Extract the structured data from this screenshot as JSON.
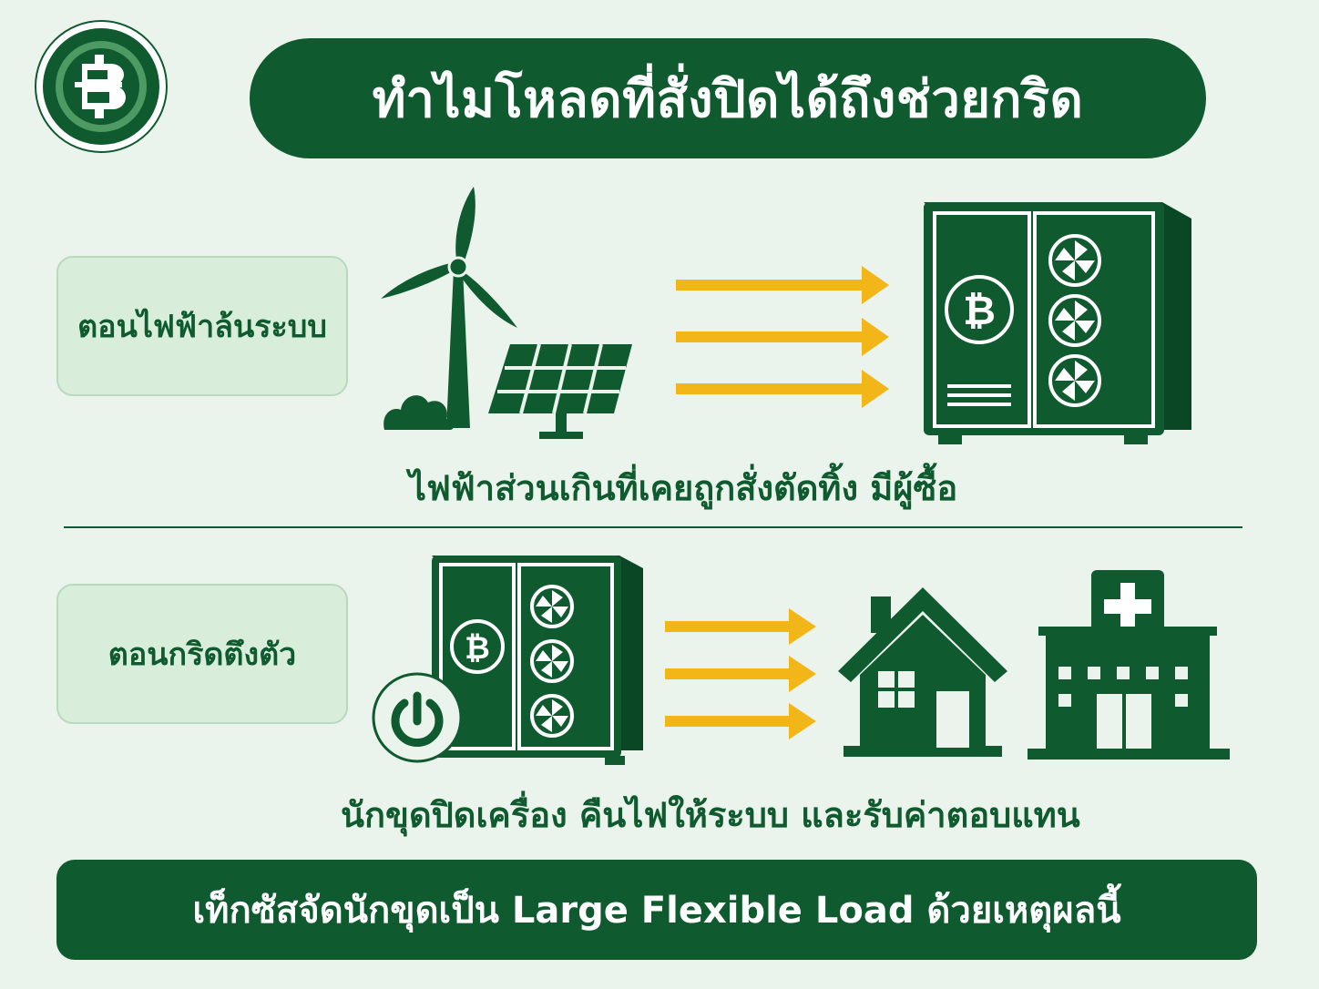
{
  "title": "ทำไมโหลดที่สั่งปิดได้ถึงช่วยกริด",
  "rows": [
    {
      "label": "ตอนไฟฟ้าล้นระบบ",
      "caption": "ไฟฟ้าส่วนเกินที่เคยถูกสั่งตัดทิ้ง มีผู้ซื้อ"
    },
    {
      "label": "ตอนกริดตึงตัว",
      "caption": "นักขุดปิดเครื่อง คืนไฟให้ระบบ และรับค่าตอบแทน"
    }
  ],
  "footer": "เท็กซัสจัดนักขุดเป็น Large Flexible Load ด้วยเหตุผลนี้",
  "icons": {
    "logo": "baht-coin-logo-icon",
    "row1": [
      "wind-turbine-icon",
      "solar-panel-icon",
      "arrows-right-icon",
      "bitcoin-miner-icon"
    ],
    "row2": [
      "bitcoin-miner-icon",
      "power-off-icon",
      "arrows-right-icon",
      "house-icon",
      "hospital-icon"
    ]
  },
  "colors": {
    "primary_green": "#0f5a2e",
    "background": "#eaf4ec",
    "label_fill": "#d8eedb",
    "arrow_yellow": "#f2b619"
  }
}
